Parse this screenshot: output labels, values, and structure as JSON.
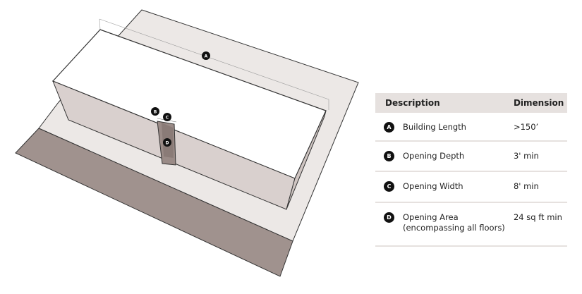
{
  "diagram": {
    "callouts": [
      "A",
      "B",
      "C",
      "D"
    ],
    "colors": {
      "ground_light": "#ece8e6",
      "ground_dark": "#a0928e",
      "roof": "#ffffff",
      "wall": "#d9d0ce",
      "opening": "#9a8b87",
      "badge": "#111111"
    }
  },
  "table": {
    "headers": {
      "description": "Description",
      "dimension": "Dimension"
    },
    "rows": [
      {
        "key": "A",
        "description": "Building Length",
        "dimension": ">150’"
      },
      {
        "key": "B",
        "description": "Opening Depth",
        "dimension": "3' min"
      },
      {
        "key": "C",
        "description": "Opening Width",
        "dimension": "8' min"
      },
      {
        "key": "D",
        "description": "Opening Area",
        "description2": "(encompassing all floors)",
        "dimension": "24 sq ft min"
      }
    ]
  }
}
